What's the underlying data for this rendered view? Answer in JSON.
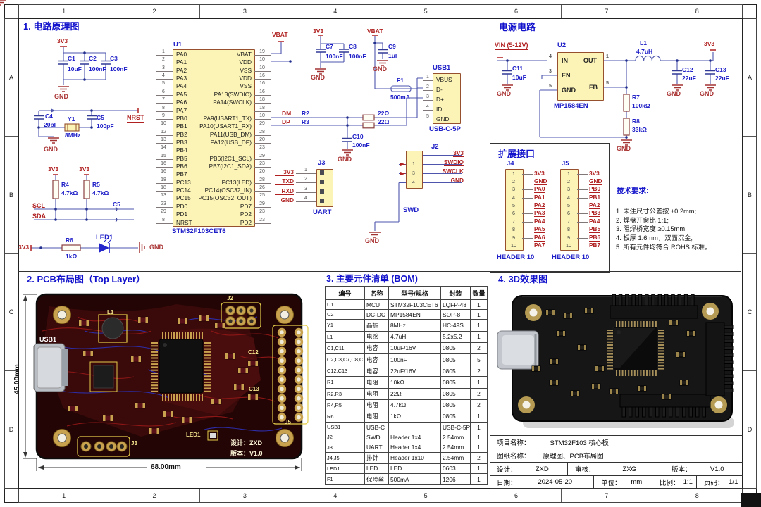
{
  "frame": {
    "cols": [
      "1",
      "2",
      "3",
      "4",
      "5",
      "6",
      "7",
      "8"
    ],
    "rows": [
      "A",
      "B",
      "C",
      "D"
    ]
  },
  "schematic": {
    "title": "1. 电路原理图",
    "nets": {
      "v33": "3V3",
      "gnd": "GND",
      "vbat": "VBAT",
      "nrst": "NRST",
      "scl": "SCL",
      "sda": "SDA",
      "dm": "DM",
      "dp": "DP"
    },
    "decoupling": {
      "c1": "C1",
      "c1v": "10uF",
      "c2": "C2",
      "c2v": "100nF",
      "c3": "C3",
      "c3v": "100nF"
    },
    "crystal": {
      "c4": "C4",
      "c4v": "20pF",
      "y1": "Y1",
      "y1v": "8MHz",
      "c5": "C5",
      "c5v": "100pF"
    },
    "pullups": {
      "r4": "R4",
      "r4v": "4.7kΩ",
      "r5": "R5",
      "r5v": "4.7kΩ",
      "c5x": "C5"
    },
    "ledrow": {
      "r6": "R6",
      "r6v": "1kΩ",
      "led": "LED1"
    },
    "mcu": {
      "ref": "U1",
      "part": "STM32F103CET6",
      "pins": [
        {
          "n": "1",
          "l": "PA0",
          "rn": "19",
          "rl": "VBAT"
        },
        {
          "n": "2",
          "l": "PA1",
          "rn": "10",
          "rl": "VDD"
        },
        {
          "n": "3",
          "l": "PA2",
          "rn": "10",
          "rl": "VSS"
        },
        {
          "n": "4",
          "l": "PA3",
          "rn": "16",
          "rl": "VDD"
        },
        {
          "n": "5",
          "l": "PA4",
          "rn": "16",
          "rl": "VSS"
        },
        {
          "n": "6",
          "l": "PA5",
          "rn": "16",
          "rl": "PA13(SWDIO)"
        },
        {
          "n": "7",
          "l": "PA6",
          "rn": "18",
          "rl": "PA14(SWCLK)"
        },
        {
          "n": "8",
          "l": "PA7",
          "rn": "18",
          "rl": ""
        },
        {
          "n": "9",
          "l": "PB0",
          "rn": "10",
          "rl": "PA9(USART1_TX)"
        },
        {
          "n": "10",
          "l": "PB1",
          "rn": "29",
          "rl": "PA10(USART1_RX)"
        },
        {
          "n": "12",
          "l": "PB2",
          "rn": "28",
          "rl": "PA11(USB_DM)"
        },
        {
          "n": "13",
          "l": "PB3",
          "rn": "20",
          "rl": "PA12(USB_DP)"
        },
        {
          "n": "14",
          "l": "PB4",
          "rn": "23",
          "rl": ""
        },
        {
          "n": "15",
          "l": "PB5",
          "rn": "29",
          "rl": "PB6(I2C1_SCL)"
        },
        {
          "n": "16",
          "l": "PB6",
          "rn": "23",
          "rl": "PB7(I2C1_SDA)"
        },
        {
          "n": "16",
          "l": "PB7",
          "rn": "20",
          "rl": ""
        },
        {
          "n": "18",
          "l": "PC13",
          "rn": "28",
          "rl": "PC13(LED)"
        },
        {
          "n": "18",
          "l": "PC14",
          "rn": "26",
          "rl": "PC14(OSC32_IN)"
        },
        {
          "n": "13",
          "l": "PC15",
          "rn": "25",
          "rl": "PC15(OSC32_OUT)"
        },
        {
          "n": "23",
          "l": "PD0",
          "rn": "29",
          "rl": "PD7"
        },
        {
          "n": "29",
          "l": "PD1",
          "rn": "23",
          "rl": "PD2"
        },
        {
          "n": "8",
          "l": "NRST",
          "rn": "23",
          "rl": "PD2"
        }
      ]
    },
    "midcaps": {
      "c7": "C7",
      "c7v": "100nF",
      "c8": "C8",
      "c8v": "100nF",
      "c9": "C9",
      "c9v": "1uF"
    },
    "fuse": {
      "ref": "F1",
      "val": "500mA"
    },
    "usb": {
      "ref": "USB1",
      "part": "USB-C-5P",
      "pins": [
        {
          "n": "1",
          "l": "VBUS"
        },
        {
          "n": "2",
          "l": "D-"
        },
        {
          "n": "3",
          "l": "D+"
        },
        {
          "n": "4",
          "l": "ID"
        },
        {
          "n": "5",
          "l": "GND"
        }
      ]
    },
    "usblines": {
      "r2": "R2",
      "r3": "R3",
      "v": "22Ω",
      "c10": "C10",
      "c10v": "100nF"
    },
    "uart": {
      "ref": "J3",
      "name": "UART",
      "pins": [
        {
          "n": "1",
          "l": "3V3"
        },
        {
          "n": "2",
          "l": "TXD"
        },
        {
          "n": "3",
          "l": "RXD"
        },
        {
          "n": "4",
          "l": "GND"
        }
      ]
    },
    "swd": {
      "ref": "J2",
      "name": "SWD",
      "pins": [
        {
          "n": "",
          "l": "3V3"
        },
        {
          "n": "1",
          "l": "SWDIO"
        },
        {
          "n": "3",
          "l": "SWCLK"
        },
        {
          "n": "4",
          "l": "GND"
        }
      ]
    }
  },
  "power": {
    "title": "电源电路",
    "vin": "VIN (5-12V)",
    "u2": "U2",
    "part": "MP1584EN",
    "pins": {
      "in": "IN",
      "en": "EN",
      "gnd": "GND",
      "out": "OUT",
      "fb": "FB",
      "n_in": "4",
      "n_en": "3",
      "n_gnd": "5",
      "n_out": "1",
      "n_fb": "5"
    },
    "c11": "C11",
    "c11v": "10uF",
    "l1": "L1",
    "l1v": "4.7uH",
    "c12": "C12",
    "c12v": "22uF",
    "c13": "C13",
    "c13v": "22uF",
    "r7": "R7",
    "r7v": "100kΩ",
    "r8": "R8",
    "r8v": "33kΩ",
    "v33": "3V3",
    "gnd": "GND"
  },
  "expansion": {
    "title": "扩展接口",
    "j4": {
      "ref": "J4",
      "part": "HEADER 10",
      "pins": [
        {
          "n": "1",
          "l": "3V3"
        },
        {
          "n": "2",
          "l": "GND"
        },
        {
          "n": "3",
          "l": "PA0"
        },
        {
          "n": "4",
          "l": "PA1"
        },
        {
          "n": "5",
          "l": "PA2"
        },
        {
          "n": "6",
          "l": "PA3"
        },
        {
          "n": "7",
          "l": "PA4"
        },
        {
          "n": "8",
          "l": "PA5"
        },
        {
          "n": "9",
          "l": "PA6"
        },
        {
          "n": "10",
          "l": "PA7"
        }
      ]
    },
    "j5": {
      "ref": "J5",
      "part": "HEADER 10",
      "pins": [
        {
          "n": "1",
          "l": "3V3"
        },
        {
          "n": "2",
          "l": "GND"
        },
        {
          "n": "3",
          "l": "PB0"
        },
        {
          "n": "4",
          "l": "PB1"
        },
        {
          "n": "5",
          "l": "PA2"
        },
        {
          "n": "6",
          "l": "PB3"
        },
        {
          "n": "7",
          "l": "PA4"
        },
        {
          "n": "8",
          "l": "PB5"
        },
        {
          "n": "9",
          "l": "PB6"
        },
        {
          "n": "10",
          "l": "PB7"
        }
      ]
    }
  },
  "tech": {
    "title": "技术要求:",
    "items": [
      "1. 未注尺寸公差按 ±0.2mm;",
      "2. 焊盘开窗比 1:1;",
      "3. 阻焊桥宽度 ≥0.15mm;",
      "4. 板厚 1.6mm，双面沉金;",
      "5. 所有元件均符合 ROHS 标准。"
    ]
  },
  "pcb": {
    "title": "2. PCB布局图（Top Layer）",
    "dim_h": "45.00mm",
    "dim_w": "68.00mm",
    "labels": {
      "usb": "USB1",
      "l1": "L1",
      "j2": "J2",
      "c12": "C12",
      "c13": "C13",
      "j5": "J5",
      "j3": "J3",
      "led": "LED1",
      "design": "设计：ZXD",
      "version": "版本：V1.0"
    }
  },
  "bom": {
    "title": "3. 主要元件清单 (BOM)",
    "headers": [
      "编号",
      "名称",
      "型号/规格",
      "封装",
      "数量"
    ],
    "rows": [
      {
        "id": "U1",
        "name": "MCU",
        "spec": "STM32F103CET6",
        "pkg": "LQFP-48",
        "qty": "1"
      },
      {
        "id": "U2",
        "name": "DC-DC",
        "spec": "MP1584EN",
        "pkg": "SOP-8",
        "qty": "1"
      },
      {
        "id": "Y1",
        "name": "晶振",
        "spec": "8MHz",
        "pkg": "HC-49S",
        "qty": "1"
      },
      {
        "id": "L1",
        "name": "电感",
        "spec": "4.7uH",
        "pkg": "5.2x5.2",
        "qty": "1"
      },
      {
        "id": "C1,C11",
        "name": "电容",
        "spec": "10uF/16V",
        "pkg": "0805",
        "qty": "2"
      },
      {
        "id": "C2,C3,C7,C8,C10",
        "name": "电容",
        "spec": "100nF",
        "pkg": "0805",
        "qty": "5"
      },
      {
        "id": "C12,C13",
        "name": "电容",
        "spec": "22uF/16V",
        "pkg": "0805",
        "qty": "2"
      },
      {
        "id": "R1",
        "name": "电阻",
        "spec": "10kΩ",
        "pkg": "0805",
        "qty": "1"
      },
      {
        "id": "R2,R3",
        "name": "电阻",
        "spec": "22Ω",
        "pkg": "0805",
        "qty": "2"
      },
      {
        "id": "R4,R5",
        "name": "电阻",
        "spec": "4.7kΩ",
        "pkg": "0805",
        "qty": "2"
      },
      {
        "id": "R6",
        "name": "电阻",
        "spec": "1kΩ",
        "pkg": "0805",
        "qty": "1"
      },
      {
        "id": "USB1",
        "name": "USB-C",
        "spec": "",
        "pkg": "USB-C-5P",
        "qty": "1"
      },
      {
        "id": "J2",
        "name": "SWD",
        "spec": "Header  1x4",
        "pkg": "2.54mm",
        "qty": "1"
      },
      {
        "id": "J3",
        "name": "UART",
        "spec": "Header  1x4",
        "pkg": "2.54mm",
        "qty": "1"
      },
      {
        "id": "J4,J5",
        "name": "排针",
        "spec": "Header  1x10",
        "pkg": "2.54mm",
        "qty": "2"
      },
      {
        "id": "LED1",
        "name": "LED",
        "spec": "LED",
        "pkg": "0603",
        "qty": "1"
      },
      {
        "id": "F1",
        "name": "保险丝",
        "spec": "500mA",
        "pkg": "1206",
        "qty": "1"
      }
    ]
  },
  "r3d": {
    "title": "4. 3D效果图"
  },
  "tb": {
    "l1": "项目名称：",
    "v1": "STM32F103 核心板",
    "l2": "图纸名称：",
    "v2": "原理图、PCB布局图",
    "l3": "设计：",
    "v3": "ZXD",
    "l4": "审核：",
    "v4": "ZXG",
    "l5": "版本：",
    "v5": "V1.0",
    "l6": "日期：",
    "v6": "2024-05-20",
    "l7": "单位：",
    "v7": "mm",
    "l8": "比例：",
    "v8": "1:1",
    "l9": "页码：",
    "v9": "1/1"
  },
  "colors": {
    "accent_blue": "#1212cc",
    "net_red": "#b02020",
    "wire_blue": "#4d55ac",
    "part_fill": "#fcf4b6",
    "board_dark": "#240505",
    "gold": "#c8a24e"
  }
}
